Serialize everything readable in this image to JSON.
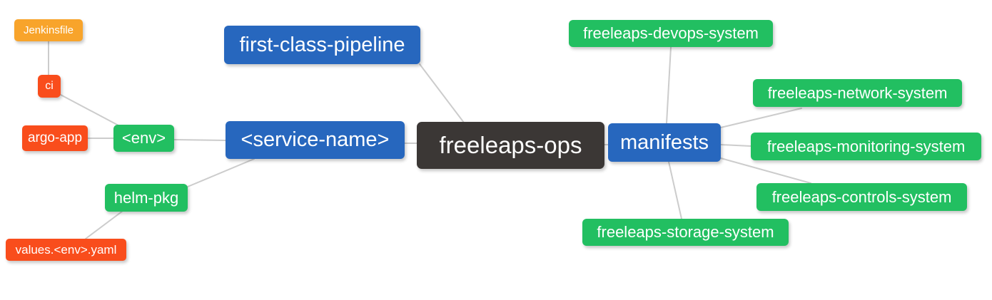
{
  "diagram": {
    "type": "mindmap",
    "root_label": "freeleaps-ops"
  },
  "colors": {
    "root_bg": "#3b3735",
    "primary_bg": "#2767be",
    "green_bg": "#22bf61",
    "amber_bg": "#f8a42b",
    "red_bg": "#f94d1c",
    "edge": "#cccccc",
    "text": "#ffffff",
    "background": "#ffffff"
  },
  "nodes": {
    "jenkinsfile": {
      "label": "Jenkinsfile",
      "bg": "#f8a42b"
    },
    "ci": {
      "label": "ci",
      "bg": "#f94d1c"
    },
    "argo_app": {
      "label": "argo-app",
      "bg": "#f94d1c"
    },
    "env": {
      "label": "<env>",
      "bg": "#22bf61"
    },
    "helm_pkg": {
      "label": "helm-pkg",
      "bg": "#22bf61"
    },
    "values_env_yaml": {
      "label": "values.<env>.yaml",
      "bg": "#f94d1c"
    },
    "first_class_pipeline": {
      "label": "first-class-pipeline",
      "bg": "#2767be"
    },
    "service_name": {
      "label": "<service-name>",
      "bg": "#2767be"
    },
    "freeleaps_ops": {
      "label": "freeleaps-ops",
      "bg": "#3b3735"
    },
    "manifests": {
      "label": "manifests",
      "bg": "#2767be"
    },
    "devops_system": {
      "label": "freeleaps-devops-system",
      "bg": "#22bf61"
    },
    "network_system": {
      "label": "freeleaps-network-system",
      "bg": "#22bf61"
    },
    "monitoring_system": {
      "label": "freeleaps-monitoring-system",
      "bg": "#22bf61"
    },
    "controls_system": {
      "label": "freeleaps-controls-system",
      "bg": "#22bf61"
    },
    "storage_system": {
      "label": "freeleaps-storage-system",
      "bg": "#22bf61"
    }
  },
  "edges": [
    {
      "from": "freeleaps-ops",
      "to": "first-class-pipeline"
    },
    {
      "from": "freeleaps-ops",
      "to": "<service-name>"
    },
    {
      "from": "freeleaps-ops",
      "to": "manifests"
    },
    {
      "from": "<service-name>",
      "to": "<env>"
    },
    {
      "from": "<service-name>",
      "to": "helm-pkg"
    },
    {
      "from": "<env>",
      "to": "ci"
    },
    {
      "from": "<env>",
      "to": "argo-app"
    },
    {
      "from": "ci",
      "to": "Jenkinsfile"
    },
    {
      "from": "helm-pkg",
      "to": "values.<env>.yaml"
    },
    {
      "from": "manifests",
      "to": "freeleaps-devops-system"
    },
    {
      "from": "manifests",
      "to": "freeleaps-network-system"
    },
    {
      "from": "manifests",
      "to": "freeleaps-monitoring-system"
    },
    {
      "from": "manifests",
      "to": "freeleaps-controls-system"
    },
    {
      "from": "manifests",
      "to": "freeleaps-storage-system"
    }
  ]
}
